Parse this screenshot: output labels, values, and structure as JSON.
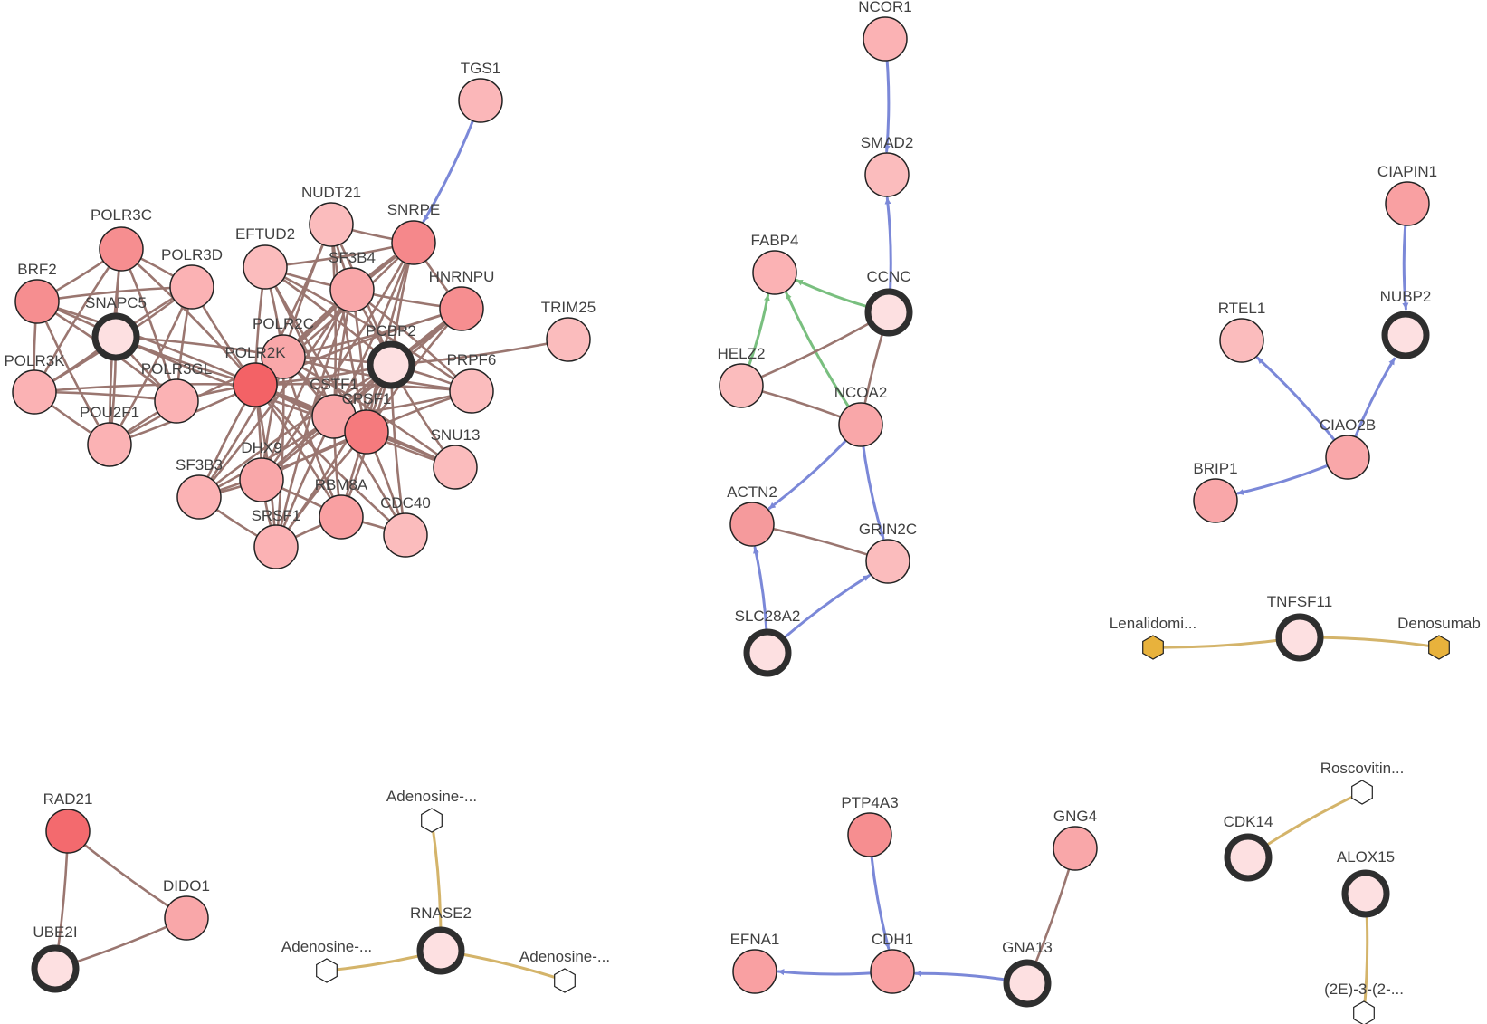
{
  "colors": {
    "ppi_edge": "#9a7670",
    "regulation_edge": "#7b88d8",
    "green_edge": "#79bf7f",
    "drug_edge": "#d4b46a",
    "node_stroke": "#222222",
    "highlight_stroke": "#2e2e2e",
    "drug_fill_approved": "#e8b23c",
    "drug_fill_other": "#ffffff",
    "label": "#404040"
  },
  "nodes": [
    {
      "id": "TGS1",
      "label": "TGS1",
      "fill": "#fbb7b9"
    },
    {
      "id": "NUDT21",
      "label": "NUDT21",
      "fill": "#fbbcbd"
    },
    {
      "id": "SNRPE",
      "label": "SNRPE",
      "fill": "#f5888b"
    },
    {
      "id": "POLR3C",
      "label": "POLR3C",
      "fill": "#f68e90"
    },
    {
      "id": "EFTUD2",
      "label": "EFTUD2",
      "fill": "#fbbcbd"
    },
    {
      "id": "SF3B4",
      "label": "SF3B4",
      "fill": "#f9a7a9"
    },
    {
      "id": "POLR3D",
      "label": "POLR3D",
      "fill": "#fbb2b4"
    },
    {
      "id": "BRF2",
      "label": "BRF2",
      "fill": "#f68e90"
    },
    {
      "id": "HNRNPU",
      "label": "HNRNPU",
      "fill": "#f68e90"
    },
    {
      "id": "SNAPC5",
      "label": "SNAPC5",
      "fill": "#fde0e1",
      "highlight": true
    },
    {
      "id": "TRIM25",
      "label": "TRIM25",
      "fill": "#fbbcbd"
    },
    {
      "id": "POLR2C",
      "label": "POLR2C",
      "fill": "#f9a7a9"
    },
    {
      "id": "PCBP2",
      "label": "PCBP2",
      "fill": "#fde0e1",
      "highlight": true
    },
    {
      "id": "POLR3K",
      "label": "POLR3K",
      "fill": "#fbb2b4"
    },
    {
      "id": "POLR2K",
      "label": "POLR2K",
      "fill": "#f36266"
    },
    {
      "id": "POLR3GL",
      "label": "POLR3GL",
      "fill": "#fbb2b4"
    },
    {
      "id": "PRPF6",
      "label": "PRPF6",
      "fill": "#fbbcbd"
    },
    {
      "id": "CSTF1",
      "label": "CSTF1",
      "fill": "#f9a7a9"
    },
    {
      "id": "CPSF1",
      "label": "CPSF1",
      "fill": "#f57a7d"
    },
    {
      "id": "POU2F1",
      "label": "POU2F1",
      "fill": "#fbb2b4"
    },
    {
      "id": "SNU13",
      "label": "SNU13",
      "fill": "#fbbcbd"
    },
    {
      "id": "DHX9",
      "label": "DHX9",
      "fill": "#f9a7a9"
    },
    {
      "id": "SF3B3",
      "label": "SF3B3",
      "fill": "#fbb2b4"
    },
    {
      "id": "RBM8A",
      "label": "RBM8A",
      "fill": "#f9a0a2"
    },
    {
      "id": "CDC40",
      "label": "CDC40",
      "fill": "#fbbcbd"
    },
    {
      "id": "SRSF1",
      "label": "SRSF1",
      "fill": "#fbb2b4"
    },
    {
      "id": "NCOR1",
      "label": "NCOR1",
      "fill": "#fbb2b4"
    },
    {
      "id": "SMAD2",
      "label": "SMAD2",
      "fill": "#fbbcbd"
    },
    {
      "id": "FABP4",
      "label": "FABP4",
      "fill": "#fbb2b4"
    },
    {
      "id": "CCNC",
      "label": "CCNC",
      "fill": "#fde0e1",
      "highlight": true
    },
    {
      "id": "HELZ2",
      "label": "HELZ2",
      "fill": "#fbbcbd"
    },
    {
      "id": "NCOA2",
      "label": "NCOA2",
      "fill": "#f9a7a9"
    },
    {
      "id": "ACTN2",
      "label": "ACTN2",
      "fill": "#f59a9c"
    },
    {
      "id": "GRIN2C",
      "label": "GRIN2C",
      "fill": "#fbbcbd"
    },
    {
      "id": "SLC28A2",
      "label": "SLC28A2",
      "fill": "#fde0e1",
      "highlight": true
    },
    {
      "id": "CIAPIN1",
      "label": "CIAPIN1",
      "fill": "#f9a0a2"
    },
    {
      "id": "RTEL1",
      "label": "RTEL1",
      "fill": "#fbbcbd"
    },
    {
      "id": "NUBP2",
      "label": "NUBP2",
      "fill": "#fde0e1",
      "highlight": true
    },
    {
      "id": "CIAO2B",
      "label": "CIAO2B",
      "fill": "#f9a7a9"
    },
    {
      "id": "BRIP1",
      "label": "BRIP1",
      "fill": "#f9a7a9"
    },
    {
      "id": "TNFSF11",
      "label": "TNFSF11",
      "fill": "#fde0e1",
      "highlight": true
    },
    {
      "id": "LENALIDOMIDE",
      "label": "Lenalidomi...",
      "shape": "hex",
      "fill": "#e8b23c"
    },
    {
      "id": "DENOSUMAB",
      "label": "Denosumab",
      "shape": "hex",
      "fill": "#e8b23c"
    },
    {
      "id": "RAD21",
      "label": "RAD21",
      "fill": "#f36a6e"
    },
    {
      "id": "DIDO1",
      "label": "DIDO1",
      "fill": "#f9a7a9"
    },
    {
      "id": "UBE2I",
      "label": "UBE2I",
      "fill": "#fde0e1",
      "highlight": true
    },
    {
      "id": "ADENOSINE_TOP",
      "label": "Adenosine-...",
      "shape": "hex",
      "fill": "#ffffff"
    },
    {
      "id": "RNASE2",
      "label": "RNASE2",
      "fill": "#fde0e1",
      "highlight": true
    },
    {
      "id": "ADENOSINE_LEFT",
      "label": "Adenosine-...",
      "shape": "hex",
      "fill": "#ffffff"
    },
    {
      "id": "ADENOSINE_RIGHT",
      "label": "Adenosine-...",
      "shape": "hex",
      "fill": "#ffffff"
    },
    {
      "id": "PTP4A3",
      "label": "PTP4A3",
      "fill": "#f68e90"
    },
    {
      "id": "GNG4",
      "label": "GNG4",
      "fill": "#f9a7a9"
    },
    {
      "id": "EFNA1",
      "label": "EFNA1",
      "fill": "#f9a0a2"
    },
    {
      "id": "CDH1",
      "label": "CDH1",
      "fill": "#f9a0a2"
    },
    {
      "id": "GNA13",
      "label": "GNA13",
      "fill": "#fde0e1",
      "highlight": true
    },
    {
      "id": "ROSCOVITINE",
      "label": "Roscovitin...",
      "shape": "hex",
      "fill": "#ffffff"
    },
    {
      "id": "CDK14",
      "label": "CDK14",
      "fill": "#fde0e1",
      "highlight": true
    },
    {
      "id": "ALOX15",
      "label": "ALOX15",
      "fill": "#fde0e1",
      "highlight": true
    },
    {
      "id": "COMPOUND_2E",
      "label": "(2E)-3-(2-...",
      "shape": "hex",
      "fill": "#ffffff"
    }
  ],
  "edges": [
    {
      "from": "TGS1",
      "to": "SNRPE",
      "type": "regulation",
      "arrow": true
    },
    {
      "from": "PCBP2",
      "to": "TRIM25",
      "type": "ppi"
    },
    {
      "from": "BRF2",
      "to": "SNAPC5",
      "type": "ppi"
    },
    {
      "from": "BRF2",
      "to": "POLR3C",
      "type": "ppi"
    },
    {
      "from": "BRF2",
      "to": "POLR3D",
      "type": "ppi"
    },
    {
      "from": "BRF2",
      "to": "POLR3K",
      "type": "ppi"
    },
    {
      "from": "BRF2",
      "to": "POLR3GL",
      "type": "ppi"
    },
    {
      "from": "BRF2",
      "to": "POU2F1",
      "type": "ppi"
    },
    {
      "from": "BRF2",
      "to": "POLR2K",
      "type": "ppi"
    },
    {
      "from": "POLR3C",
      "to": "SNAPC5",
      "type": "ppi"
    },
    {
      "from": "POLR3C",
      "to": "POLR3D",
      "type": "ppi"
    },
    {
      "from": "POLR3C",
      "to": "POLR3K",
      "type": "ppi"
    },
    {
      "from": "POLR3C",
      "to": "POLR3GL",
      "type": "ppi"
    },
    {
      "from": "POLR3C",
      "to": "POU2F1",
      "type": "ppi"
    },
    {
      "from": "POLR3C",
      "to": "POLR2K",
      "type": "ppi"
    },
    {
      "from": "POLR3D",
      "to": "SNAPC5",
      "type": "ppi"
    },
    {
      "from": "POLR3D",
      "to": "POLR3K",
      "type": "ppi"
    },
    {
      "from": "POLR3D",
      "to": "POLR3GL",
      "type": "ppi"
    },
    {
      "from": "POLR3D",
      "to": "POU2F1",
      "type": "ppi"
    },
    {
      "from": "POLR3D",
      "to": "POLR2K",
      "type": "ppi"
    },
    {
      "from": "SNAPC5",
      "to": "POLR3K",
      "type": "ppi"
    },
    {
      "from": "SNAPC5",
      "to": "POLR3GL",
      "type": "ppi"
    },
    {
      "from": "SNAPC5",
      "to": "POU2F1",
      "type": "ppi"
    },
    {
      "from": "SNAPC5",
      "to": "POLR2K",
      "type": "ppi"
    },
    {
      "from": "SNAPC5",
      "to": "POLR2C",
      "type": "ppi"
    },
    {
      "from": "SNAPC5",
      "to": "CPSF1",
      "type": "ppi"
    },
    {
      "from": "POLR3K",
      "to": "POLR3GL",
      "type": "ppi"
    },
    {
      "from": "POLR3K",
      "to": "POU2F1",
      "type": "ppi"
    },
    {
      "from": "POLR3K",
      "to": "POLR2K",
      "type": "ppi"
    },
    {
      "from": "POLR3GL",
      "to": "POU2F1",
      "type": "ppi"
    },
    {
      "from": "POLR3GL",
      "to": "POLR2K",
      "type": "ppi"
    },
    {
      "from": "POU2F1",
      "to": "POLR2K",
      "type": "ppi"
    },
    {
      "from": "POU2F1",
      "to": "POLR2C",
      "type": "ppi"
    },
    {
      "from": "POLR2K",
      "to": "POLR2C",
      "type": "ppi"
    },
    {
      "from": "POLR2K",
      "to": "EFTUD2",
      "type": "ppi"
    },
    {
      "from": "POLR2K",
      "to": "NUDT21",
      "type": "ppi"
    },
    {
      "from": "POLR2K",
      "to": "SF3B4",
      "type": "ppi"
    },
    {
      "from": "POLR2K",
      "to": "SNRPE",
      "type": "ppi"
    },
    {
      "from": "POLR2K",
      "to": "HNRNPU",
      "type": "ppi"
    },
    {
      "from": "POLR2K",
      "to": "PCBP2",
      "type": "ppi"
    },
    {
      "from": "POLR2K",
      "to": "PRPF6",
      "type": "ppi"
    },
    {
      "from": "POLR2K",
      "to": "CSTF1",
      "type": "ppi"
    },
    {
      "from": "POLR2K",
      "to": "CPSF1",
      "type": "ppi"
    },
    {
      "from": "POLR2K",
      "to": "SNU13",
      "type": "ppi"
    },
    {
      "from": "POLR2K",
      "to": "DHX9",
      "type": "ppi"
    },
    {
      "from": "POLR2K",
      "to": "SF3B3",
      "type": "ppi"
    },
    {
      "from": "POLR2K",
      "to": "RBM8A",
      "type": "ppi"
    },
    {
      "from": "POLR2K",
      "to": "CDC40",
      "type": "ppi"
    },
    {
      "from": "POLR2K",
      "to": "SRSF1",
      "type": "ppi"
    },
    {
      "from": "POLR2C",
      "to": "EFTUD2",
      "type": "ppi"
    },
    {
      "from": "POLR2C",
      "to": "NUDT21",
      "type": "ppi"
    },
    {
      "from": "POLR2C",
      "to": "SF3B4",
      "type": "ppi"
    },
    {
      "from": "POLR2C",
      "to": "SNRPE",
      "type": "ppi"
    },
    {
      "from": "POLR2C",
      "to": "HNRNPU",
      "type": "ppi"
    },
    {
      "from": "POLR2C",
      "to": "PCBP2",
      "type": "ppi"
    },
    {
      "from": "POLR2C",
      "to": "PRPF6",
      "type": "ppi"
    },
    {
      "from": "POLR2C",
      "to": "CSTF1",
      "type": "ppi"
    },
    {
      "from": "POLR2C",
      "to": "CPSF1",
      "type": "ppi"
    },
    {
      "from": "POLR2C",
      "to": "SNU13",
      "type": "ppi"
    },
    {
      "from": "POLR2C",
      "to": "DHX9",
      "type": "ppi"
    },
    {
      "from": "POLR2C",
      "to": "SF3B3",
      "type": "ppi"
    },
    {
      "from": "POLR2C",
      "to": "RBM8A",
      "type": "ppi"
    },
    {
      "from": "POLR2C",
      "to": "SRSF1",
      "type": "ppi"
    },
    {
      "from": "EFTUD2",
      "to": "SF3B4",
      "type": "ppi"
    },
    {
      "from": "EFTUD2",
      "to": "CSTF1",
      "type": "ppi"
    },
    {
      "from": "EFTUD2",
      "to": "CPSF1",
      "type": "ppi"
    },
    {
      "from": "EFTUD2",
      "to": "PCBP2",
      "type": "ppi"
    },
    {
      "from": "EFTUD2",
      "to": "SNRPE",
      "type": "ppi"
    },
    {
      "from": "EFTUD2",
      "to": "PRPF6",
      "type": "ppi"
    },
    {
      "from": "NUDT21",
      "to": "SF3B4",
      "type": "ppi"
    },
    {
      "from": "NUDT21",
      "to": "CSTF1",
      "type": "ppi"
    },
    {
      "from": "NUDT21",
      "to": "CPSF1",
      "type": "ppi"
    },
    {
      "from": "NUDT21",
      "to": "PCBP2",
      "type": "ppi"
    },
    {
      "from": "NUDT21",
      "to": "SNRPE",
      "type": "ppi"
    },
    {
      "from": "SF3B4",
      "to": "SNRPE",
      "type": "ppi"
    },
    {
      "from": "SF3B4",
      "to": "HNRNPU",
      "type": "ppi"
    },
    {
      "from": "SF3B4",
      "to": "PCBP2",
      "type": "ppi"
    },
    {
      "from": "SF3B4",
      "to": "CSTF1",
      "type": "ppi"
    },
    {
      "from": "SF3B4",
      "to": "CPSF1",
      "type": "ppi"
    },
    {
      "from": "SF3B4",
      "to": "DHX9",
      "type": "ppi"
    },
    {
      "from": "SF3B4",
      "to": "SF3B3",
      "type": "ppi"
    },
    {
      "from": "SF3B4",
      "to": "SRSF1",
      "type": "ppi"
    },
    {
      "from": "SF3B4",
      "to": "PRPF6",
      "type": "ppi"
    },
    {
      "from": "SNRPE",
      "to": "PCBP2",
      "type": "ppi"
    },
    {
      "from": "SNRPE",
      "to": "CSTF1",
      "type": "ppi"
    },
    {
      "from": "SNRPE",
      "to": "CPSF1",
      "type": "ppi"
    },
    {
      "from": "SNRPE",
      "to": "DHX9",
      "type": "ppi"
    },
    {
      "from": "SNRPE",
      "to": "HNRNPU",
      "type": "ppi"
    },
    {
      "from": "HNRNPU",
      "to": "PCBP2",
      "type": "ppi"
    },
    {
      "from": "HNRNPU",
      "to": "CPSF1",
      "type": "ppi"
    },
    {
      "from": "HNRNPU",
      "to": "CSTF1",
      "type": "ppi"
    },
    {
      "from": "HNRNPU",
      "to": "DHX9",
      "type": "ppi"
    },
    {
      "from": "PCBP2",
      "to": "CSTF1",
      "type": "ppi"
    },
    {
      "from": "PCBP2",
      "to": "CPSF1",
      "type": "ppi"
    },
    {
      "from": "PCBP2",
      "to": "PRPF6",
      "type": "ppi"
    },
    {
      "from": "PCBP2",
      "to": "SNU13",
      "type": "ppi"
    },
    {
      "from": "PCBP2",
      "to": "DHX9",
      "type": "ppi"
    },
    {
      "from": "PCBP2",
      "to": "SF3B3",
      "type": "ppi"
    },
    {
      "from": "PCBP2",
      "to": "RBM8A",
      "type": "ppi"
    },
    {
      "from": "PCBP2",
      "to": "CDC40",
      "type": "ppi"
    },
    {
      "from": "PCBP2",
      "to": "SRSF1",
      "type": "ppi"
    },
    {
      "from": "PRPF6",
      "to": "CPSF1",
      "type": "ppi"
    },
    {
      "from": "PRPF6",
      "to": "CSTF1",
      "type": "ppi"
    },
    {
      "from": "CSTF1",
      "to": "CPSF1",
      "type": "ppi"
    },
    {
      "from": "CSTF1",
      "to": "SNU13",
      "type": "ppi"
    },
    {
      "from": "CSTF1",
      "to": "DHX9",
      "type": "ppi"
    },
    {
      "from": "CSTF1",
      "to": "SF3B3",
      "type": "ppi"
    },
    {
      "from": "CSTF1",
      "to": "RBM8A",
      "type": "ppi"
    },
    {
      "from": "CSTF1",
      "to": "CDC40",
      "type": "ppi"
    },
    {
      "from": "CSTF1",
      "to": "SRSF1",
      "type": "ppi"
    },
    {
      "from": "CPSF1",
      "to": "SNU13",
      "type": "ppi"
    },
    {
      "from": "CPSF1",
      "to": "DHX9",
      "type": "ppi"
    },
    {
      "from": "CPSF1",
      "to": "SF3B3",
      "type": "ppi"
    },
    {
      "from": "CPSF1",
      "to": "RBM8A",
      "type": "ppi"
    },
    {
      "from": "CPSF1",
      "to": "CDC40",
      "type": "ppi"
    },
    {
      "from": "CPSF1",
      "to": "SRSF1",
      "type": "ppi"
    },
    {
      "from": "DHX9",
      "to": "SF3B3",
      "type": "ppi"
    },
    {
      "from": "DHX9",
      "to": "SRSF1",
      "type": "ppi"
    },
    {
      "from": "DHX9",
      "to": "RBM8A",
      "type": "ppi"
    },
    {
      "from": "RBM8A",
      "to": "SRSF1",
      "type": "ppi"
    },
    {
      "from": "RBM8A",
      "to": "CDC40",
      "type": "ppi"
    },
    {
      "from": "SF3B3",
      "to": "SRSF1",
      "type": "ppi"
    },
    {
      "from": "NCOR1",
      "to": "SMAD2",
      "type": "regulation",
      "arrow": true
    },
    {
      "from": "CCNC",
      "to": "SMAD2",
      "type": "regulation",
      "arrow": true
    },
    {
      "from": "CCNC",
      "to": "FABP4",
      "type": "green",
      "arrow": true
    },
    {
      "from": "HELZ2",
      "to": "FABP4",
      "type": "green",
      "arrow": true
    },
    {
      "from": "NCOA2",
      "to": "FABP4",
      "type": "green",
      "arrow": true
    },
    {
      "from": "HELZ2",
      "to": "CCNC",
      "type": "ppi"
    },
    {
      "from": "HELZ2",
      "to": "NCOA2",
      "type": "ppi"
    },
    {
      "from": "CCNC",
      "to": "NCOA2",
      "type": "ppi"
    },
    {
      "from": "NCOA2",
      "to": "ACTN2",
      "type": "regulation",
      "arrow": true
    },
    {
      "from": "NCOA2",
      "to": "GRIN2C",
      "type": "regulation",
      "arrow": true
    },
    {
      "from": "ACTN2",
      "to": "GRIN2C",
      "type": "ppi"
    },
    {
      "from": "SLC28A2",
      "to": "ACTN2",
      "type": "regulation",
      "arrow": true
    },
    {
      "from": "SLC28A2",
      "to": "GRIN2C",
      "type": "regulation",
      "arrow": true
    },
    {
      "from": "CIAPIN1",
      "to": "NUBP2",
      "type": "regulation",
      "arrow": true
    },
    {
      "from": "CIAO2B",
      "to": "NUBP2",
      "type": "regulation",
      "arrow": true
    },
    {
      "from": "CIAO2B",
      "to": "RTEL1",
      "type": "regulation",
      "arrow": true
    },
    {
      "from": "CIAO2B",
      "to": "BRIP1",
      "type": "regulation",
      "arrow": true
    },
    {
      "from": "LENALIDOMIDE",
      "to": "TNFSF11",
      "type": "drug"
    },
    {
      "from": "TNFSF11",
      "to": "DENOSUMAB",
      "type": "drug"
    },
    {
      "from": "RAD21",
      "to": "DIDO1",
      "type": "ppi"
    },
    {
      "from": "RAD21",
      "to": "UBE2I",
      "type": "ppi"
    },
    {
      "from": "UBE2I",
      "to": "DIDO1",
      "type": "ppi"
    },
    {
      "from": "ADENOSINE_TOP",
      "to": "RNASE2",
      "type": "drug"
    },
    {
      "from": "ADENOSINE_LEFT",
      "to": "RNASE2",
      "type": "drug"
    },
    {
      "from": "RNASE2",
      "to": "ADENOSINE_RIGHT",
      "type": "drug"
    },
    {
      "from": "PTP4A3",
      "to": "CDH1",
      "type": "regulation",
      "arrow": true
    },
    {
      "from": "CDH1",
      "to": "EFNA1",
      "type": "regulation",
      "arrow": true
    },
    {
      "from": "GNA13",
      "to": "CDH1",
      "type": "regulation",
      "arrow": true
    },
    {
      "from": "GNG4",
      "to": "GNA13",
      "type": "ppi"
    },
    {
      "from": "ROSCOVITINE",
      "to": "CDK14",
      "type": "drug"
    },
    {
      "from": "ALOX15",
      "to": "COMPOUND_2E",
      "type": "drug"
    }
  ]
}
